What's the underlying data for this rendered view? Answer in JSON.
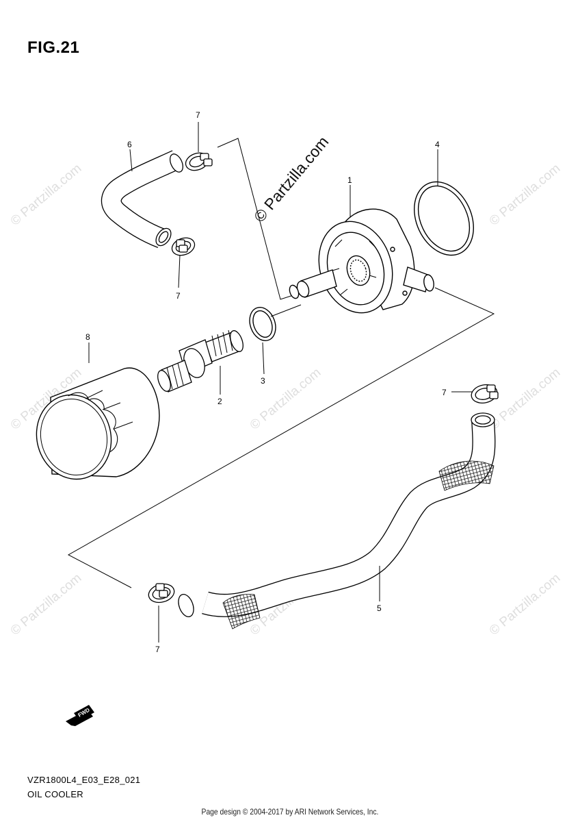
{
  "figure": {
    "title": "FIG.21",
    "code": "VZR1800L4_E03_E28_021",
    "subtitle": "OIL COOLER"
  },
  "watermark": {
    "text": "© Partzilla.com",
    "prominent_text": "© Partzilla.com"
  },
  "callouts": [
    {
      "id": "c1",
      "number": "1",
      "part": "oil cooler"
    },
    {
      "id": "c2",
      "number": "2",
      "part": "union bolt"
    },
    {
      "id": "c3",
      "number": "3",
      "part": "o-ring small"
    },
    {
      "id": "c4",
      "number": "4",
      "part": "o-ring large"
    },
    {
      "id": "c5",
      "number": "5",
      "part": "long hose"
    },
    {
      "id": "c6",
      "number": "6",
      "part": "short hose"
    },
    {
      "id": "c7a",
      "number": "7",
      "part": "clamp upper"
    },
    {
      "id": "c7b",
      "number": "7",
      "part": "clamp mid"
    },
    {
      "id": "c7c",
      "number": "7",
      "part": "clamp right"
    },
    {
      "id": "c7d",
      "number": "7",
      "part": "clamp bottom"
    },
    {
      "id": "c8",
      "number": "8",
      "part": "oil filter"
    }
  ],
  "fwd_marker": {
    "label": "FWD",
    "icon": "fwd-arrow-icon"
  },
  "footer": {
    "text": "Page design © 2004-2017 by ARI Network Services, Inc."
  }
}
